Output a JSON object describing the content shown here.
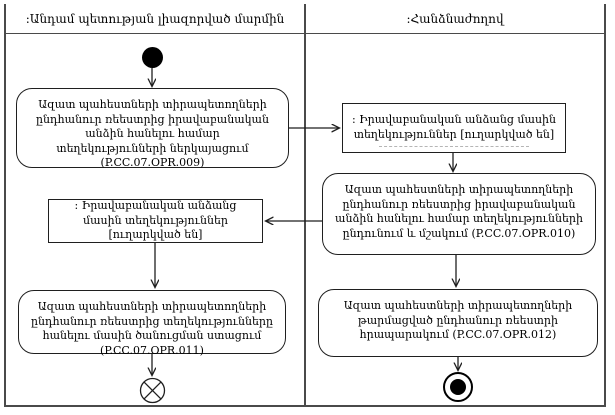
{
  "diagram": {
    "type": "uml-activity-diagram",
    "lanes": {
      "left": {
        "title": ":Անդամ պետության լիազորված մարմին"
      },
      "right": {
        "title": ":Հանձնաժողով"
      }
    },
    "nodes": {
      "start": {
        "type": "initial-node"
      },
      "opr009": {
        "label": "Ազատ պահեստների տիրապետողների ընդհանուր ռեեստրից իրավաբանական անձին հանելու համար տեղեկությունների ներկայացում (P.CC.07.OPR.009)"
      },
      "object_right": {
        "label": ": Իրավաբանական անձանց մասին տեղեկություններ [ուղարկված են]"
      },
      "opr010": {
        "label": "Ազատ պահեստների տիրապետողների ընդհանուր ռեեստրից իրավաբանական անձին հանելու համար տեղեկությունների ընդունում և մշակում (P.CC.07.OPR.010)"
      },
      "object_left": {
        "label": ": Իրավաբանական անձանց մասին տեղեկություններ [ուղարկված են]"
      },
      "opr011": {
        "label": "Ազատ պահեստների տիրապետողների ընդհանուր ռեեստրից տեղեկությունները հանելու մասին ծանուցման ստացում (P.CC.07.OPR.011)"
      },
      "opr012": {
        "label": "Ազատ պահեստների տիրապետողների թարմացված ընդհանուր ռեեստրի հրապարակում (P.CC.07.OPR.012)"
      },
      "flow_final": {
        "type": "flow-final-node"
      },
      "activity_final": {
        "type": "activity-final-node"
      }
    },
    "colors": {
      "background": "#ffffff",
      "frame_line": "#4a4a4a",
      "shape_line": "#1f1f1f",
      "text": "#000000"
    }
  }
}
